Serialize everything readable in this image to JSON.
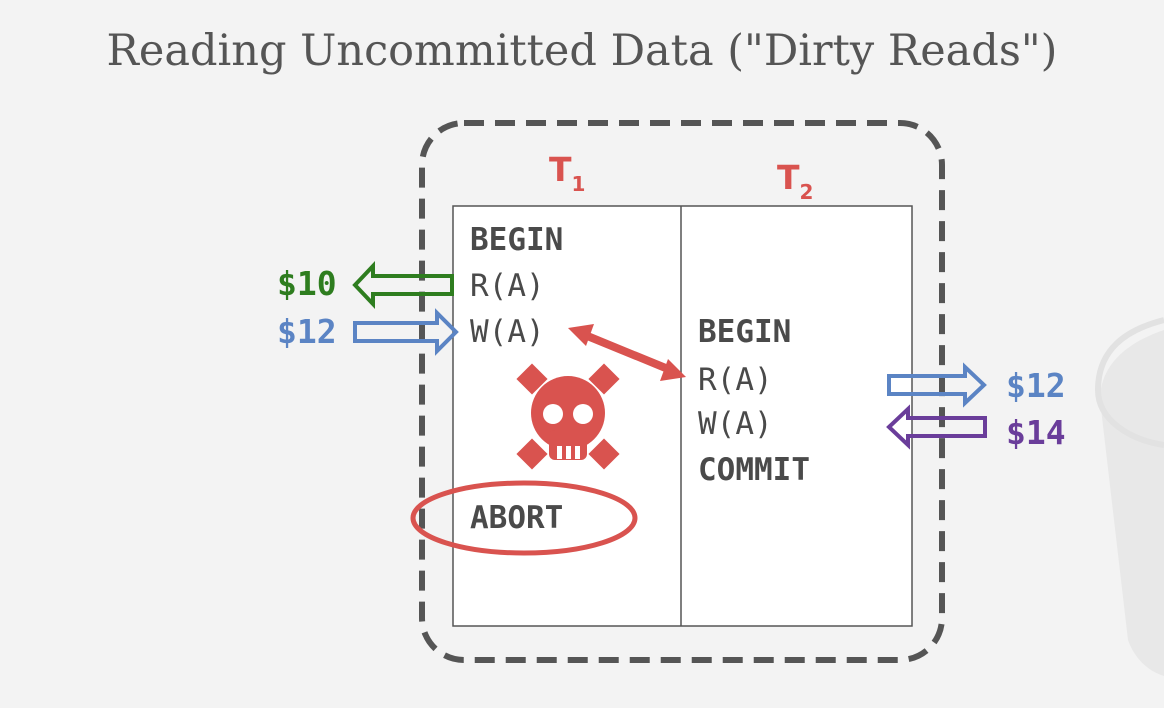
{
  "title": "Reading Uncommitted Data (\"Dirty Reads\")",
  "transactions": {
    "t1": {
      "label": "T",
      "sub": "1"
    },
    "t2": {
      "label": "T",
      "sub": "2"
    }
  },
  "t1_ops": {
    "begin": "BEGIN",
    "read": "R(A)",
    "write": "W(A)",
    "abort": "ABORT"
  },
  "t2_ops": {
    "begin": "BEGIN",
    "read": "R(A)",
    "write": "W(A)",
    "commit": "COMMIT"
  },
  "values": {
    "t1_read_value": "$10",
    "t1_write_value": "$12",
    "t2_read_value": "$12",
    "t2_write_value": "$14"
  },
  "colors": {
    "red": "#d9534f",
    "green": "#2e7d1f",
    "blue": "#5b84c4",
    "purple": "#6a3d9a",
    "text": "#4a4a4a",
    "title": "#555555"
  },
  "icons": {
    "abort_symbol": "skull-crossbones-icon",
    "dirty_read_link": "double-headed-arrow-icon"
  }
}
